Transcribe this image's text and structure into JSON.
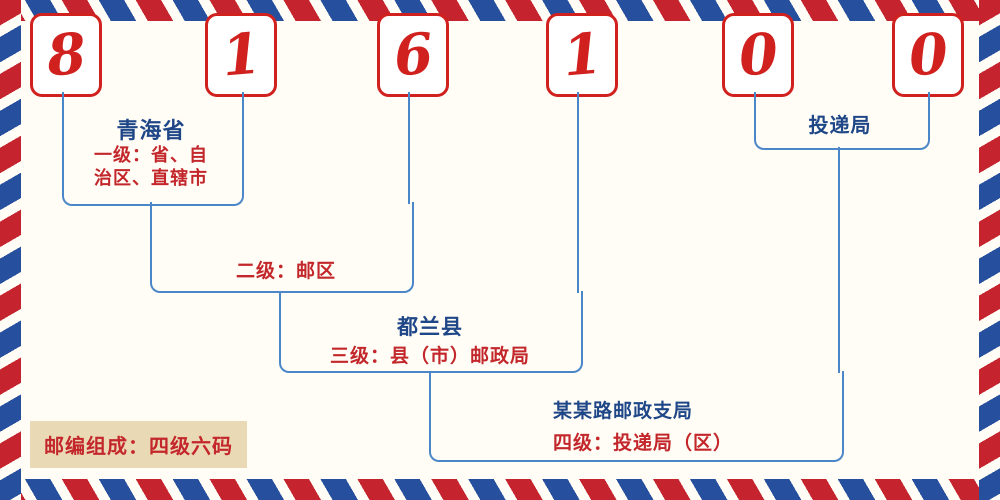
{
  "code": {
    "digits": [
      "8",
      "1",
      "6",
      "1",
      "0",
      "0"
    ]
  },
  "levels": {
    "level1": {
      "region": "青海省",
      "label_line1": "一级：省、自",
      "label_line2": "治区、直辖市"
    },
    "level2": {
      "label": "二级：邮区"
    },
    "level3": {
      "region": "都兰县",
      "label": "三级：县（市）邮政局"
    },
    "level4": {
      "region": "某某路邮政支局",
      "label": "四级：投递局（区）"
    },
    "delivery": {
      "label": "投递局"
    }
  },
  "footer": {
    "composition": "邮编组成：四级六码"
  },
  "colors": {
    "digit_red": "#d0211f",
    "label_red": "#c3272b",
    "heading_blue": "#1f4788",
    "line_blue": "#4b87c8",
    "stripe_red": "#c5232d",
    "stripe_blue": "#26509e",
    "badge_beige": "#ead9b5"
  }
}
